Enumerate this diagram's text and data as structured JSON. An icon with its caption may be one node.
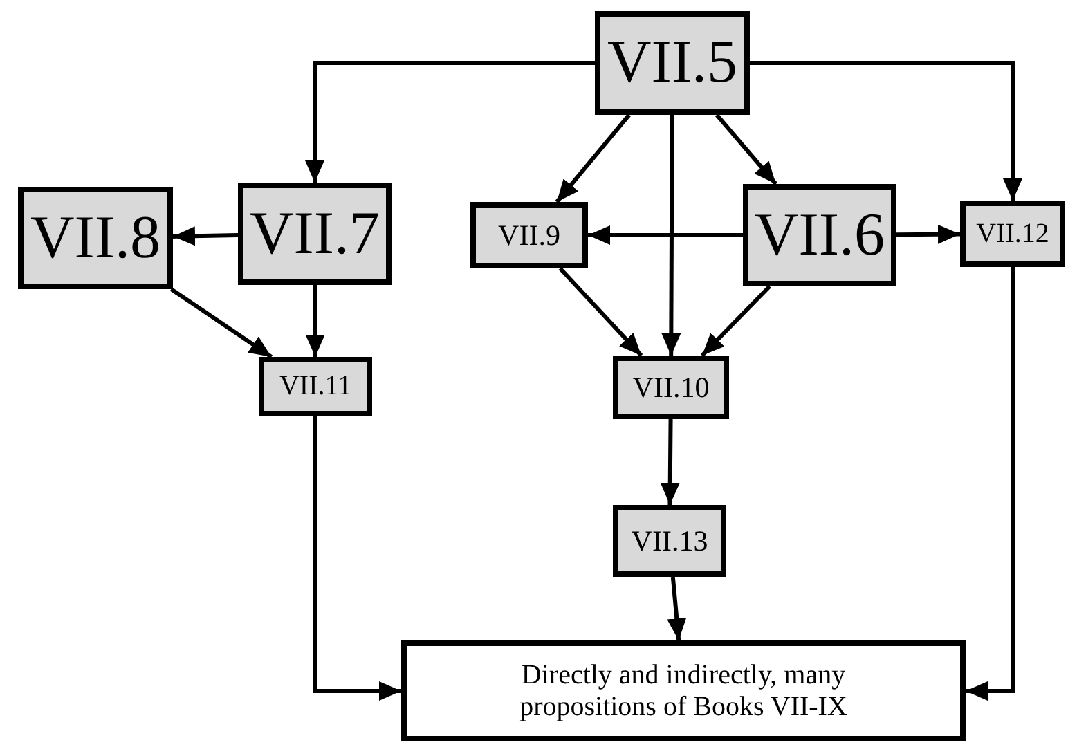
{
  "diagram": {
    "nodes": [
      {
        "text": [
          "VII.5"
        ]
      },
      {
        "text": [
          "VII.7"
        ]
      },
      {
        "text": [
          "VII.8"
        ]
      },
      {
        "text": [
          "VII.9"
        ]
      },
      {
        "text": [
          "VII.6"
        ]
      },
      {
        "text": [
          "VII.12"
        ]
      },
      {
        "text": [
          "VII.11"
        ]
      },
      {
        "text": [
          "VII.10"
        ]
      },
      {
        "text": [
          "VII.13"
        ]
      },
      {
        "text": [
          "Directly and indirectly, many propositions of Books VII-IX"
        ]
      }
    ],
    "edges": [
      {
        "from": 0,
        "to": 1,
        "arrow": "to"
      },
      {
        "from": 0,
        "to": 3,
        "arrow": "to"
      },
      {
        "from": 0,
        "to": 7,
        "arrow": "to"
      },
      {
        "from": 0,
        "to": 4,
        "arrow": "to"
      },
      {
        "from": 0,
        "to": 5,
        "arrow": "to"
      },
      {
        "from": 1,
        "to": 2,
        "arrow": "to"
      },
      {
        "from": 1,
        "to": 6,
        "arrow": "to"
      },
      {
        "from": 2,
        "to": 6,
        "arrow": "to"
      },
      {
        "from": 4,
        "to": 3,
        "arrow": "to"
      },
      {
        "from": 4,
        "to": 5,
        "arrow": "to"
      },
      {
        "from": 3,
        "to": 7,
        "arrow": "to"
      },
      {
        "from": 4,
        "to": 7,
        "arrow": "to"
      },
      {
        "from": 7,
        "to": 8,
        "arrow": "to"
      },
      {
        "from": 8,
        "to": 9,
        "arrow": "to"
      },
      {
        "from": 6,
        "to": 9,
        "arrow": "to"
      },
      {
        "from": 5,
        "to": 9,
        "arrow": "to"
      }
    ]
  }
}
